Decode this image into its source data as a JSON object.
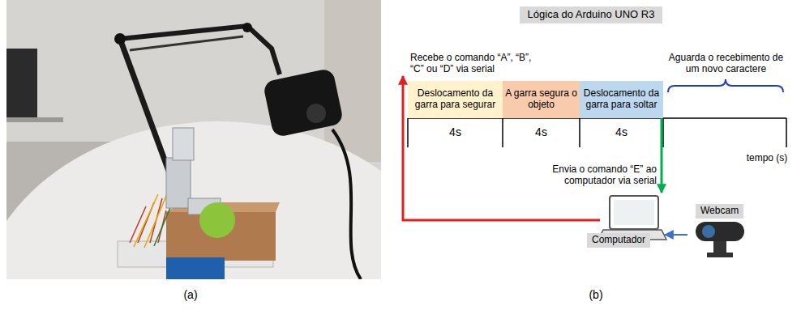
{
  "diagram": {
    "nodes": [
      {
        "text": [
          "Lógica do Arduino UNO R3"
        ]
      },
      {
        "text": [
          "Deslocamento da garra para segurar"
        ]
      },
      {
        "text": [
          "A garra segura o objeto"
        ]
      },
      {
        "text": [
          "Deslocamento da garra para soltar"
        ]
      },
      {
        "text": [
          "Computador"
        ]
      },
      {
        "text": [
          "Webcam"
        ]
      }
    ],
    "edges": [
      {
        "from": 4,
        "to": 1,
        "arrow": "to"
      },
      {
        "from": 3,
        "to": 4,
        "arrow": "to"
      },
      {
        "from": 5,
        "to": 4,
        "arrow": "to"
      }
    ],
    "labels": [
      "(a)",
      "(b)",
      "Recebe o comando “A”, “B”, “C” ou “D” via serial",
      "4s",
      "4s",
      "4s",
      "Aguarda o recebimento de um novo caractere",
      "tempo (s)",
      "Envia o comando “E” ao computador via serial"
    ]
  }
}
